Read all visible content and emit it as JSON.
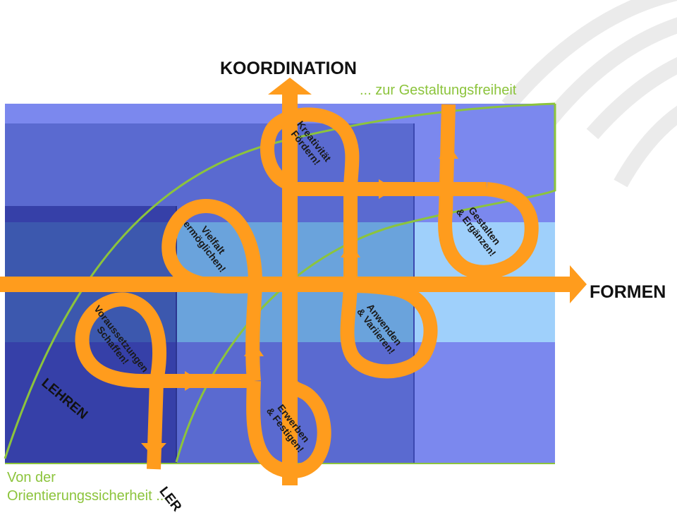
{
  "axes": {
    "vertical_label": "KOORDINATION",
    "horizontal_label": "FORMEN"
  },
  "phrases": {
    "top_right": "... zur Gestaltungsfreiheit",
    "bottom_left_line1": "Von der",
    "bottom_left_line2": "Orientierungssicherheit ..."
  },
  "diagonal_labels": {
    "lehren": "LEHREN",
    "lernen_cut": "LER"
  },
  "loops": {
    "kreativitaet": "Kreativität\nFördern!",
    "gestalten": "Gestalten\n& Ergänzen!",
    "vielfalt": "Vielfalt\nermöglichen!",
    "anwenden": "Anwenden\n& Variieren!",
    "voraussetzungen": "Voraussetzungen\nSchaffen!",
    "erwerben": "Erwerben\n& Festigen!"
  },
  "colors": {
    "arrow": "#ff9c1d",
    "curve": "#8cc43c",
    "panel_light": "#7b88ee",
    "panel_mid": "#5a6ad0",
    "panel_dark": "#3640a8",
    "band_light": "#9fd0fb",
    "band_mid": "#6aa3dc"
  }
}
